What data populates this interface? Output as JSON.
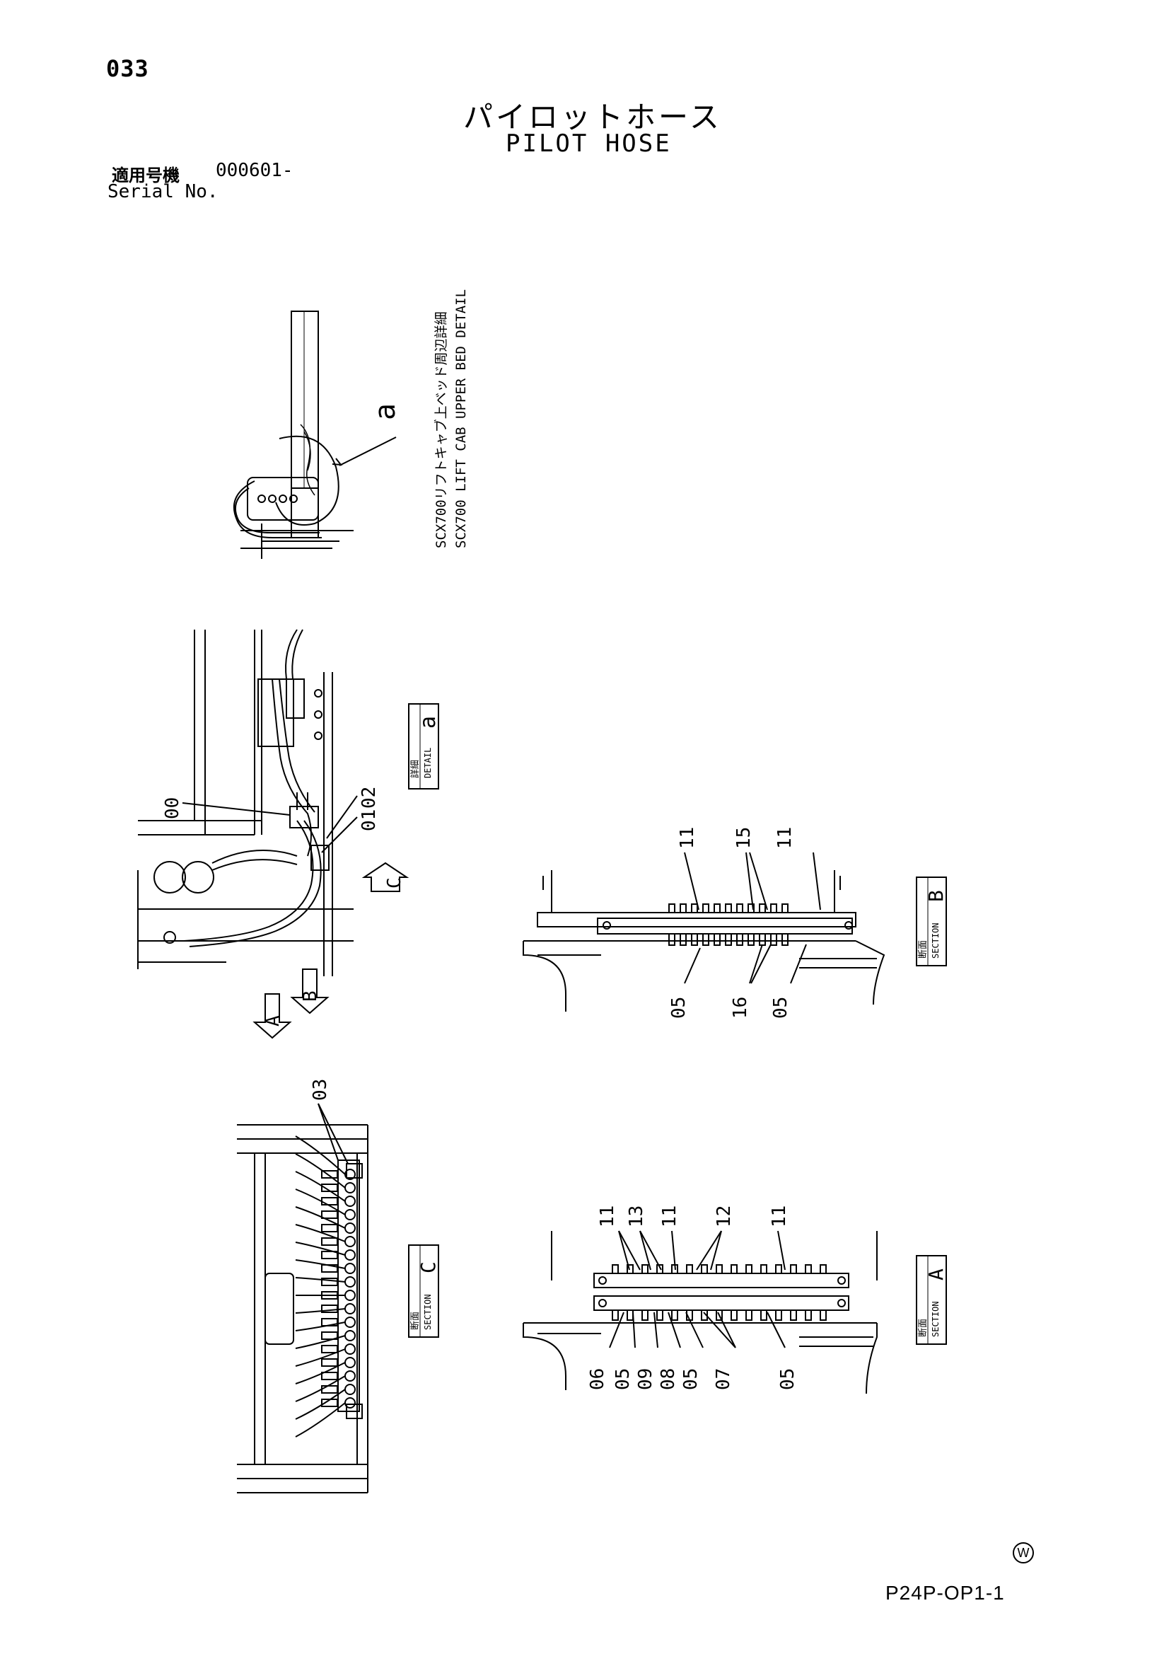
{
  "page": {
    "number": "033",
    "title_jp": "パイロットホース",
    "title_en": "PILOT HOSE",
    "serial_label_jp": "適用号機",
    "serial_value": "000601-",
    "serial_label_en": "Serial No.",
    "footer_code": "P24P-OP1-1",
    "footer_mark": "W"
  },
  "notes": {
    "detail_caption_jp": "SCX700リフトキャブ上ベッド周辺詳細",
    "detail_caption_en": "SCX700 LIFT CAB UPPER BED DETAIL"
  },
  "callouts": {
    "detail_a": "a",
    "detail_box_jp": "詳細",
    "detail_box_en": "DETAIL",
    "detail_box_letter": "a",
    "section_jp": "断面",
    "section_en": "SECTION",
    "section_b_letter": "B",
    "section_a_letter": "A",
    "section_c_letter": "C",
    "arrow_a": "A",
    "arrow_b": "B",
    "arrow_c": "C"
  },
  "part_numbers": {
    "p00": "00",
    "p01": "01",
    "p02": "02",
    "p03": "03",
    "p05": "05",
    "p06": "06",
    "p07": "07",
    "p08": "08",
    "p09": "09",
    "p11": "11",
    "p12": "12",
    "p13": "13",
    "p15": "15",
    "p16": "16"
  }
}
